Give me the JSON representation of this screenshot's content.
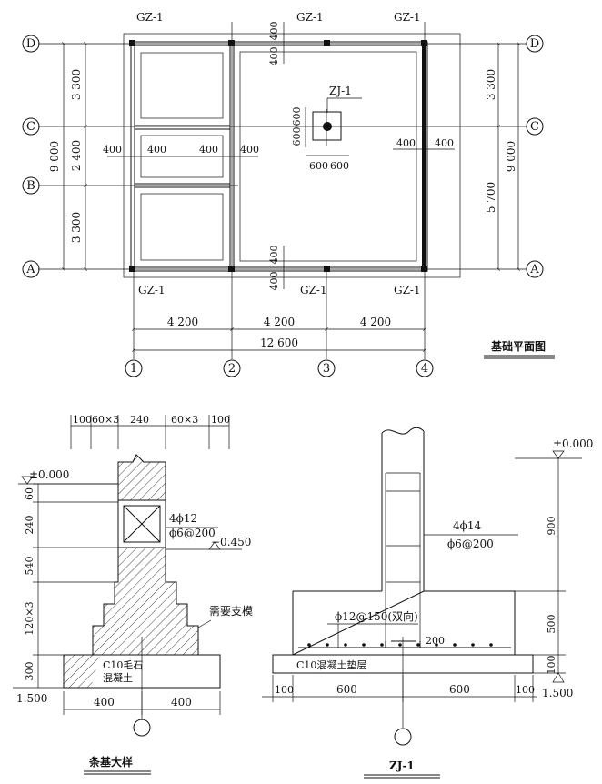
{
  "plan": {
    "title": "基础平面图",
    "gz_labels": [
      "GZ-1",
      "GZ-1",
      "GZ-1",
      "GZ-1",
      "GZ-1",
      "GZ-1"
    ],
    "zj_label": "ZJ-1",
    "axes_rows": [
      "D",
      "C",
      "B",
      "A"
    ],
    "axes_cols": [
      "1",
      "2",
      "3",
      "4"
    ],
    "left_dims": [
      "3 300",
      "2 400",
      "3 300"
    ],
    "left_total": "9 000",
    "right_dims": [
      "3 300",
      "5 700"
    ],
    "right_total": "9 000",
    "bottom_dims": [
      "4 200",
      "4 200",
      "4 200"
    ],
    "bottom_total": "12 600",
    "wall_dims": [
      "400",
      "400",
      "400",
      "400",
      "400",
      "400"
    ],
    "v_dims": [
      "400",
      "400",
      "400",
      "400"
    ],
    "zj_dims": [
      "600",
      "600",
      "600",
      "600"
    ]
  },
  "strip": {
    "title": "条基大样",
    "top_dims": [
      "100",
      "60×3",
      "240",
      "60×3",
      "100"
    ],
    "elev_top": "±0.000",
    "elev_mid": "−0.450",
    "elev_bot": "1.500",
    "left_dims": [
      "60",
      "240",
      "540",
      "120×3",
      "300"
    ],
    "rebar1": "4ϕ12",
    "rebar2": "ϕ6@200",
    "formwork": "需要支模",
    "c10_1": "C10毛石",
    "c10_2": "混凝土",
    "bottom_dims": [
      "400",
      "400"
    ]
  },
  "zj": {
    "title": "ZJ-1",
    "rebar1": "4ϕ14",
    "rebar2": "ϕ6@200",
    "rebar3": "ϕ12@150(双向)",
    "dim200": "200",
    "pad": "C10混凝土垫层",
    "elev_top": "±0.000",
    "elev_bot": "1.500",
    "right_dims": [
      "900",
      "500",
      "100"
    ],
    "bottom_dims": [
      "100",
      "600",
      "600",
      "100"
    ]
  }
}
